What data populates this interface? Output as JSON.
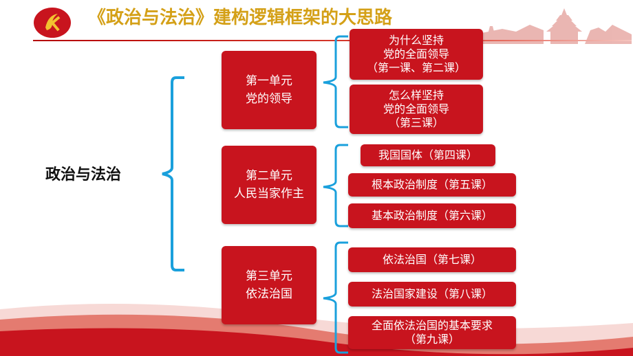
{
  "title": "《政治与法治》建构逻辑框架的大思路",
  "root": "政治与法治",
  "units": [
    {
      "line1": "第一单元",
      "line2": "党的领导",
      "lessons": [
        {
          "lines": [
            "为什么坚持",
            "党的全面领导",
            "（第一课、第二课）"
          ]
        },
        {
          "lines": [
            "怎么样坚持",
            "党的全面领导",
            "（第三课）"
          ]
        }
      ]
    },
    {
      "line1": "第二单元",
      "line2": "人民当家作主",
      "lessons": [
        {
          "lines": [
            "我国国体（第四课）"
          ]
        },
        {
          "lines": [
            "根本政治制度（第五课）"
          ]
        },
        {
          "lines": [
            "基本政治制度（第六课）"
          ]
        }
      ]
    },
    {
      "line1": "第三单元",
      "line2": "依法治国",
      "lessons": [
        {
          "lines": [
            "依法治国（第七课）"
          ]
        },
        {
          "lines": [
            "法治国家建设（第八课）"
          ]
        },
        {
          "lines": [
            "全面依法治国的基本要求",
            "（第九课）"
          ]
        }
      ]
    }
  ],
  "colors": {
    "box": "#c8141e",
    "brace": "#1aa0dc",
    "title": "#d4a017"
  },
  "icons": [
    "party-emblem-icon",
    "temple-landmark-icon"
  ]
}
